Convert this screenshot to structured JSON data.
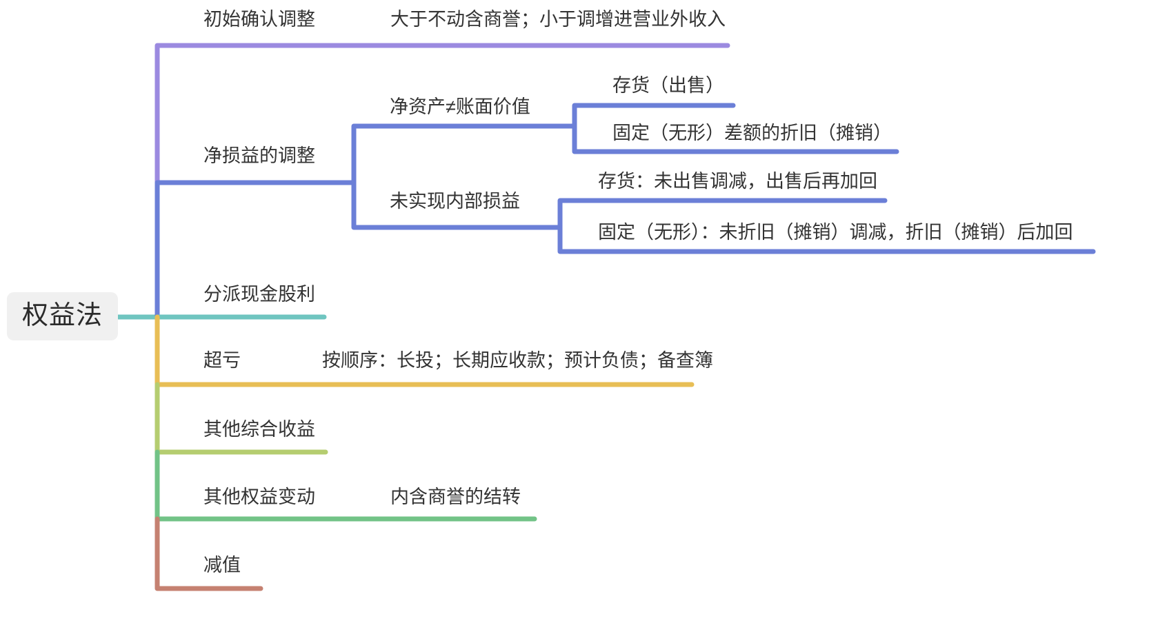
{
  "diagram": {
    "type": "mindmap",
    "root": {
      "label": "权益法"
    },
    "colors": {
      "branch_1": "#9b8ae0",
      "branch_2": "#6b7fd7",
      "branch_3": "#6fc5c0",
      "branch_4": "#e8be55",
      "branch_5": "#b5cd70",
      "branch_6": "#72c387",
      "branch_7": "#c58171",
      "root_bg": "#f0f0f0",
      "text": "#333333"
    },
    "branches": [
      {
        "label": "初始确认调整",
        "color": "#9b8ae0",
        "children": [
          {
            "label": "大于不动含商誉；小于调增进营业外收入",
            "children": []
          }
        ]
      },
      {
        "label": "净损益的调整",
        "color": "#6b7fd7",
        "children": [
          {
            "label": "净资产≠账面价值",
            "children": [
              {
                "label": "存货（出售）"
              },
              {
                "label": "固定（无形）差额的折旧（摊销）"
              }
            ]
          },
          {
            "label": "未实现内部损益",
            "children": [
              {
                "label": "存货：未出售调减，出售后再加回"
              },
              {
                "label": "固定（无形）：未折旧（摊销）调减，折旧（摊销）后加回"
              }
            ]
          }
        ]
      },
      {
        "label": "分派现金股利",
        "color": "#6fc5c0",
        "children": []
      },
      {
        "label": "超亏",
        "color": "#e8be55",
        "children": [
          {
            "label": "按顺序：长投；长期应收款；预计负债；备查簿",
            "children": []
          }
        ]
      },
      {
        "label": "其他综合收益",
        "color": "#b5cd70",
        "children": []
      },
      {
        "label": "其他权益变动",
        "color": "#72c387",
        "children": [
          {
            "label": "内含商誉的结转",
            "children": []
          }
        ]
      },
      {
        "label": "减值",
        "color": "#c58171",
        "children": []
      }
    ]
  },
  "labels": {
    "root": "权益法",
    "b1": "初始确认调整",
    "b1c1": "大于不动含商誉；小于调增进营业外收入",
    "b2": "净损益的调整",
    "b2c1": "净资产≠账面价值",
    "b2c1g1": "存货（出售）",
    "b2c1g2": "固定（无形）差额的折旧（摊销）",
    "b2c2": "未实现内部损益",
    "b2c2g1": "存货：未出售调减，出售后再加回",
    "b2c2g2": "固定（无形）：未折旧（摊销）调减，折旧（摊销）后加回",
    "b3": "分派现金股利",
    "b4": "超亏",
    "b4c1": "按顺序：长投；长期应收款；预计负债；备查簿",
    "b5": "其他综合收益",
    "b6": "其他权益变动",
    "b6c1": "内含商誉的结转",
    "b7": "减值"
  }
}
